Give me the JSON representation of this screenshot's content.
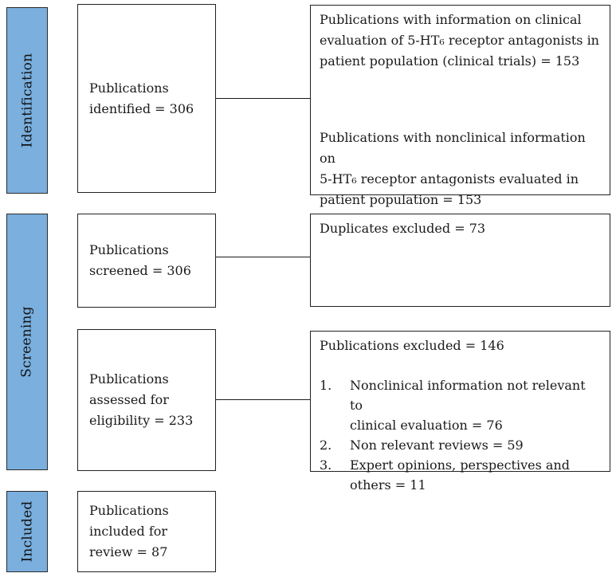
{
  "diagram": {
    "type": "prisma-flow",
    "colors": {
      "stage_fill": "#7AAFDE",
      "border": "#222222",
      "background": "#ffffff"
    },
    "stages": [
      {
        "label": "Identification"
      },
      {
        "label": "Screening"
      },
      {
        "label": "Included"
      }
    ],
    "process_boxes": [
      {
        "text": "Publications\nidentified = 306"
      },
      {
        "text": "Publications\nscreened = 306"
      },
      {
        "text": "Publications\nassessed for\neligibility = 233"
      },
      {
        "text": "Publications\nincluded for\nreview = 87"
      }
    ],
    "detail_boxes": [
      {
        "paragraphs": [
          "Publications with information on clinical\nevaluation of 5-HT₆ receptor antagonists in\npatient population (clinical trials) = 153",
          "Publications with nonclinical information on\n5-HT₆ receptor antagonists evaluated in\npatient population = 153"
        ]
      },
      {
        "title": "Duplicates excluded = 73"
      },
      {
        "title": "Publications excluded = 146",
        "items": [
          {
            "num": "1.",
            "text": "Nonclinical information not relevant to\nclinical evaluation = 76"
          },
          {
            "num": "2.",
            "text": "Non relevant reviews = 59"
          },
          {
            "num": "3.",
            "text": "Expert opinions, perspectives and\nothers = 11"
          }
        ]
      }
    ]
  }
}
